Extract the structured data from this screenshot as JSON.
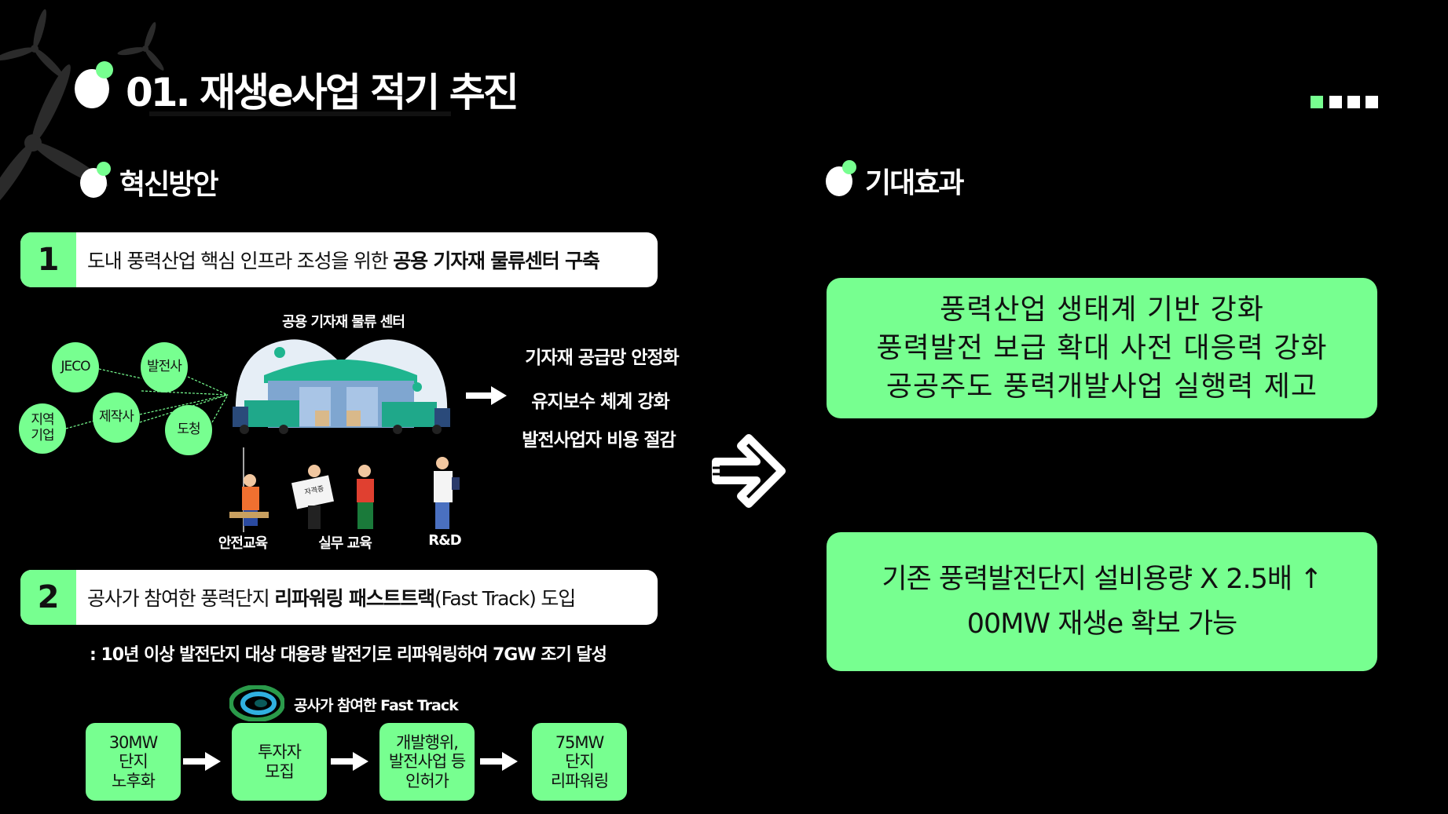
{
  "title": "01. 재생e사업 적기 추진",
  "sections": {
    "left": "혁신방안",
    "right": "기대효과"
  },
  "item1": {
    "number": "1",
    "text": "도내 풍력산업 핵심 인프라 조성을 위한 ",
    "bold": "공용 기자재 물류센터 구축"
  },
  "center": {
    "label": "공용 기자재 물류 센터",
    "stakeholders": [
      "JECO",
      "발전사",
      "지역\n기업",
      "제작사",
      "도청"
    ],
    "effects": [
      "기자재 공급망 안정화",
      "유지보수 체계 강화",
      "발전사업자 비용 절감"
    ],
    "training": [
      "안전교육",
      "실무 교육",
      "R&D"
    ],
    "certificate": "자격증"
  },
  "item2": {
    "number": "2",
    "text": "공사가 참여한 풍력단지 ",
    "bold": "리파워링 패스트트랙",
    "tail": "(Fast Track) 도입"
  },
  "item2_note": ": 10년 이상 발전단지 대상 대용량 발전기로 리파워링하여 7GW 조기 달성",
  "fast_track": {
    "label": "공사가 참여한 Fast Track",
    "steps": [
      "30MW\n단지\n노후화",
      "투자자\n모집",
      "개발행위,\n발전사업 등\n인허가",
      "75MW\n단지\n리파워링"
    ]
  },
  "expected": {
    "box1": [
      "풍력산업 생태계 기반 강화",
      "풍력발전 보급 확대 사전 대응력 강화",
      "공공주도 풍력개발사업 실행력 제고"
    ],
    "box2": [
      "기존 풍력발전단지 설비용량 X 2.5배 ↑",
      "00MW 재생e 확보 가능"
    ]
  },
  "colors": {
    "accent": "#77ff90",
    "background": "#000000"
  }
}
